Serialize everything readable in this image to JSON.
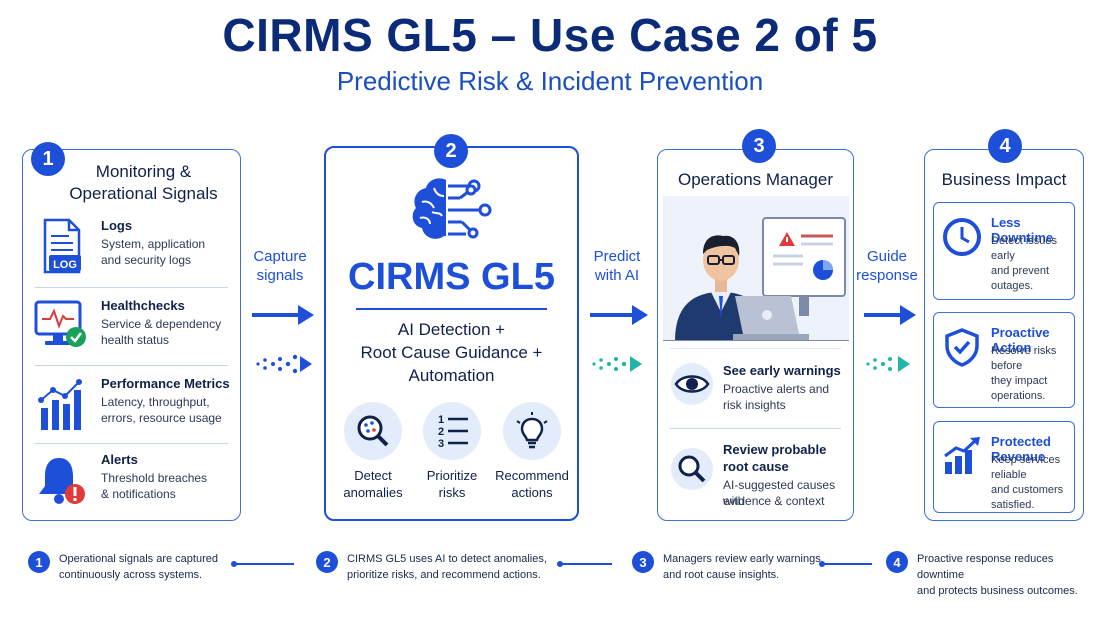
{
  "header": {
    "title": "CIRMS GL5 – Use Case 2 of 5",
    "subtitle": "Predictive Risk & Incident Prevention"
  },
  "colors": {
    "primary": "#1d4fd8",
    "dark": "#0b2a78",
    "teal": "#1fb5a8",
    "alert": "#e03b3b",
    "check": "#1aa05a"
  },
  "panel1": {
    "number": "1",
    "title_line1": "Monitoring &",
    "title_line2": "Operational Signals",
    "items": [
      {
        "icon": "log-file-icon",
        "icon_label": "LOG",
        "title": "Logs",
        "desc_line1": "System, application",
        "desc_line2": "and security logs"
      },
      {
        "icon": "monitor-check-icon",
        "title": "Healthchecks",
        "desc_line1": "Service & dependency",
        "desc_line2": "health status"
      },
      {
        "icon": "bar-chart-icon",
        "title": "Performance Metrics",
        "desc_line1": "Latency, throughput,",
        "desc_line2": "errors, resource usage"
      },
      {
        "icon": "bell-alert-icon",
        "title": "Alerts",
        "desc_line1": "Threshold breaches",
        "desc_line2": "& notifications"
      }
    ]
  },
  "flow1": {
    "line1": "Capture",
    "line2": "signals"
  },
  "panel2": {
    "number": "2",
    "brand": "CIRMS GL5",
    "sub_line1": "AI Detection +",
    "sub_line2": "Root Cause Guidance +",
    "sub_line3": "Automation",
    "caps": [
      {
        "icon": "magnifier-anomaly-icon",
        "line1": "Detect",
        "line2": "anomalies"
      },
      {
        "icon": "numbered-list-icon",
        "line1": "Prioritize",
        "line2": "risks",
        "list_numbers": [
          "1",
          "2",
          "3"
        ]
      },
      {
        "icon": "lightbulb-icon",
        "line1": "Recommend",
        "line2": "actions"
      }
    ]
  },
  "flow2": {
    "line1": "Predict",
    "line2": "with AI"
  },
  "panel3": {
    "number": "3",
    "title": "Operations Manager",
    "items": [
      {
        "icon": "eye-icon",
        "title": "See early warnings",
        "desc_line1": "Proactive alerts and",
        "desc_line2": "risk insights"
      },
      {
        "icon": "search-icon",
        "title_line1": "Review probable",
        "title_line2": "root cause",
        "desc_line1": "AI-suggested causes with",
        "desc_line2": "evidence & context"
      }
    ]
  },
  "flow3": {
    "line1": "Guide",
    "line2": "response"
  },
  "panel4": {
    "number": "4",
    "title": "Business Impact",
    "items": [
      {
        "icon": "clock-icon",
        "title": "Less Downtime",
        "desc_line1": "Detect issues early",
        "desc_line2": "and prevent",
        "desc_line3": "outages."
      },
      {
        "icon": "shield-check-icon",
        "title": "Proactive Action",
        "desc_line1": "Resolve risks before",
        "desc_line2": "they impact",
        "desc_line3": "operations."
      },
      {
        "icon": "growth-chart-icon",
        "title": "Protected Revenue",
        "desc_line1": "Keep services reliable",
        "desc_line2": "and customers",
        "desc_line3": "satisfied."
      }
    ]
  },
  "footer": {
    "steps": [
      {
        "n": "1",
        "line1": "Operational signals are captured",
        "line2": "continuously across systems."
      },
      {
        "n": "2",
        "line1": "CIRMS GL5 uses AI to detect anomalies,",
        "line2": "prioritize risks, and recommend actions."
      },
      {
        "n": "3",
        "line1": "Managers review early warnings",
        "line2": "and root cause insights."
      },
      {
        "n": "4",
        "line1": "Proactive response reduces downtime",
        "line2": "and protects business outcomes."
      }
    ]
  }
}
